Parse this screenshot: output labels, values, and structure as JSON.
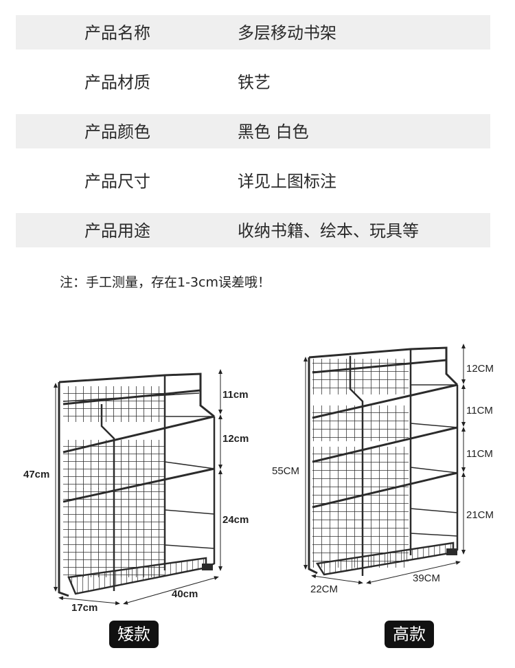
{
  "specs": [
    {
      "label": "产品名称",
      "value": "多层移动书架"
    },
    {
      "label": "产品材质",
      "value": "铁艺"
    },
    {
      "label": "产品颜色",
      "value": "黑色 白色"
    },
    {
      "label": "产品尺寸",
      "value": "详见上图标注"
    },
    {
      "label": "产品用途",
      "value": "收纳书籍、绘本、玩具等"
    }
  ],
  "note": "注：手工测量，存在1-3cm误差哦！",
  "short_model": {
    "badge": "矮款",
    "height_total": "47cm",
    "tier_top": "11cm",
    "tier_mid": "12cm",
    "tier_bottom": "24cm",
    "depth": "17cm",
    "width": "40cm"
  },
  "tall_model": {
    "badge": "高款",
    "height_total": "55CM",
    "tier_1": "12CM",
    "tier_2": "11CM",
    "tier_3": "11CM",
    "tier_4": "21CM",
    "depth": "22CM",
    "width": "39CM"
  },
  "colors": {
    "rack": "#2b2b2b",
    "shade": "#efefef",
    "badge": "#111111"
  }
}
